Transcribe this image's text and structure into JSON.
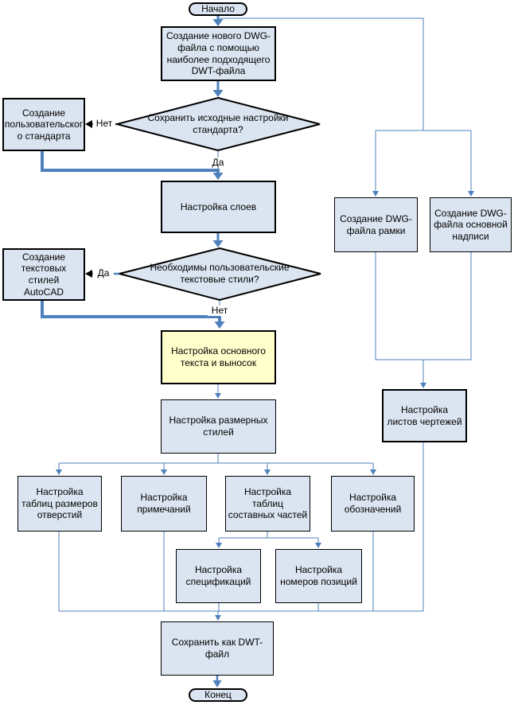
{
  "flowchart": {
    "terminators": {
      "start": "Начало",
      "end": "Конец"
    },
    "nodes": {
      "create_dwg": "Создание нового DWG-\nфайла с помощью\nнаиболее подходящего\nDWT-файла",
      "custom_standard": "Создание\nпользовательског\nо стандарта",
      "layers": "Настройка слоев",
      "text_styles_autocad": "Создание\nтекстовых стилей\nAutoCAD",
      "main_text": "Настройка основного\nтекста и выносок",
      "dim_styles": "Настройка размерных\nстилей",
      "hole_tables": "Настройка\nтаблиц размеров\nотверстий",
      "notes": "Настройка\nпримечаний",
      "parts_lists": "Настройка\nтаблиц\nсоставных частей",
      "symbols": "Настройка\nобозначений",
      "bom": "Настройка\nспецификаций",
      "balloons": "Настройка\nномеров позиций",
      "save_dwt": "Сохранить как DWT-\nфайл",
      "frame_dwg": "Создание DWG-\nфайла рамки",
      "title_block_dwg": "Создание DWG-\nфайла основной\nнадписи",
      "sheets": "Настройка\nлистов чертежей"
    },
    "decisions": {
      "keep_settings": "Сохранить исходные настройки\nстандарта?",
      "need_text_styles": "Необходимы пользовательские\nтекстовые стили?"
    },
    "edge_labels": {
      "d1_no": "Нет",
      "d1_yes": "Да",
      "d2_yes": "Да",
      "d2_no": "Нет"
    }
  },
  "colors": {
    "node_fill": "#DBE5F1",
    "highlight_fill": "#FFFFCC",
    "connector_blue": "#4F81BD",
    "border_black": "#000000"
  }
}
